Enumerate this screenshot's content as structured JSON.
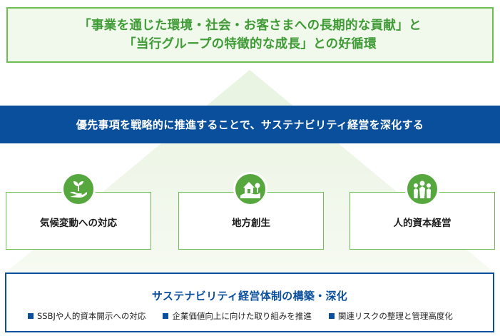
{
  "top_box": {
    "line1": "「事業を通じた環境・社会・お客さまへの長期的な貢献」と",
    "line2": "「当行グループの特徴的な成長」との好循環"
  },
  "banner": {
    "text": "優先事項を戦略的に推進することで、サステナビリティ経営を深化する"
  },
  "pillars": [
    {
      "label": "気候変動への対応",
      "icon": "sprout-hand-icon"
    },
    {
      "label": "地方創生",
      "icon": "house-landscape-icon"
    },
    {
      "label": "人的資本経営",
      "icon": "people-group-icon"
    }
  ],
  "foundation": {
    "title": "サステナビリティ経営体制の構築・深化",
    "bullets": [
      "SSBJや人的資本開示への対応",
      "企業価値向上に向けた取り組みを推進",
      "関連リスクの整理と管理高度化"
    ]
  },
  "colors": {
    "green": "#56a83e",
    "green_light": "#f1f8ec",
    "navy": "#0a4f9c"
  }
}
